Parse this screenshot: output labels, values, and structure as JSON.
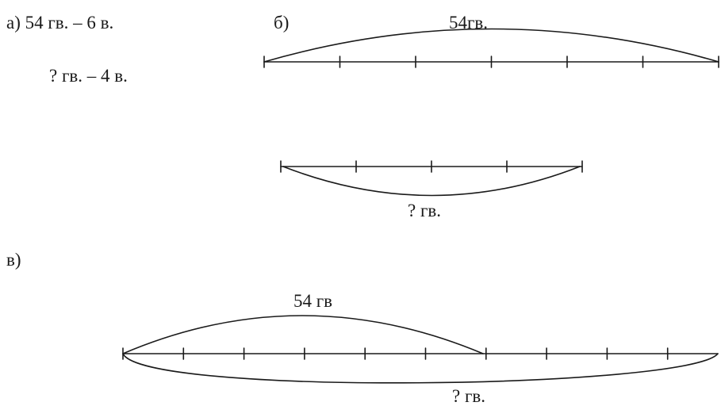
{
  "part_a": {
    "label": "а)",
    "condition_1": "54 гв. – 6 в.",
    "condition_2": "? гв. – 4 в."
  },
  "part_b": {
    "label": "б)",
    "top_brace_label": "54гв.",
    "bottom_brace_label": "? гв.",
    "top_segment_count": 6,
    "bottom_segment_count": 4
  },
  "part_c": {
    "label": "в)",
    "top_brace_label": "54 гв",
    "bottom_brace_label": "? гв.",
    "total_segment_count": 10,
    "top_brace_segments": 6
  },
  "colors": {
    "ink": "#1a1a1a",
    "background": "#ffffff"
  }
}
